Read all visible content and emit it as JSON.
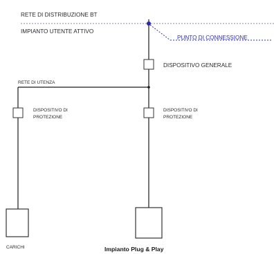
{
  "diagram": {
    "labels": {
      "rete_distribuzione": "RETE DI DISTRIBUZIONE BT",
      "impianto_utente": "IMPIANTO UTENTE ATTIVO",
      "punto_connessione": "PUNTO DI CONNESSIONE",
      "dispositivo_generale": "DISPOSITIVO GENERALE",
      "rete_utenza": "RETE DI UTENZA",
      "protezione_left_line1": "DISPOSITIVO DI",
      "protezione_left_line2": "PROTEZIONE",
      "protezione_right_line1": "DISPOSITIVO DI",
      "protezione_right_line2": "PROTEZIONE",
      "carichi": "CARICHI",
      "impianto_plug_play": "Impianto Plug & Play"
    },
    "colors": {
      "line": "#1a1a1a",
      "boundary_dotted": "#8a8aaa",
      "connection_dot": "#2a2aa8",
      "connection_label": "#2f2fcf",
      "box_border": "#333333"
    }
  }
}
